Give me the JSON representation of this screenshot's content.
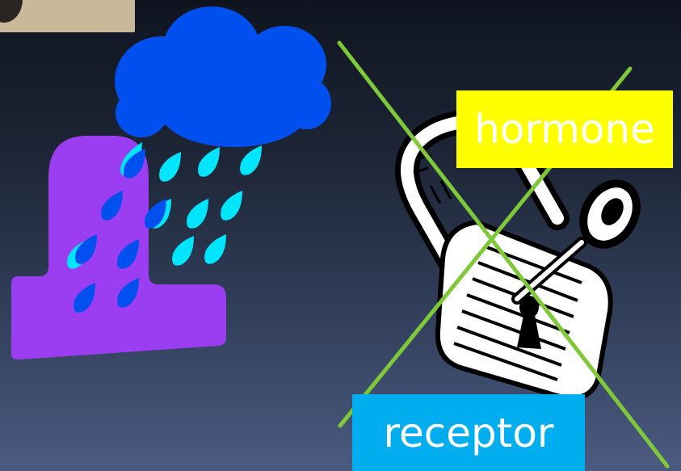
{
  "labels": {
    "hormone": "hormone",
    "receptor": "receptor"
  },
  "colors": {
    "cloud": "#0050f0",
    "person": "#9b3df0",
    "raindrop_dark": "#0050f0",
    "raindrop_light": "#00e5ff",
    "cross": "#7ec83a",
    "hormone_bg": "#ffff00",
    "receptor_bg": "#00aeef"
  },
  "icons": [
    "photo-fragment",
    "rain-cloud-icon",
    "person-silhouette-icon",
    "raindrop-icon",
    "padlock-with-key-icon",
    "cross-out-lines"
  ]
}
